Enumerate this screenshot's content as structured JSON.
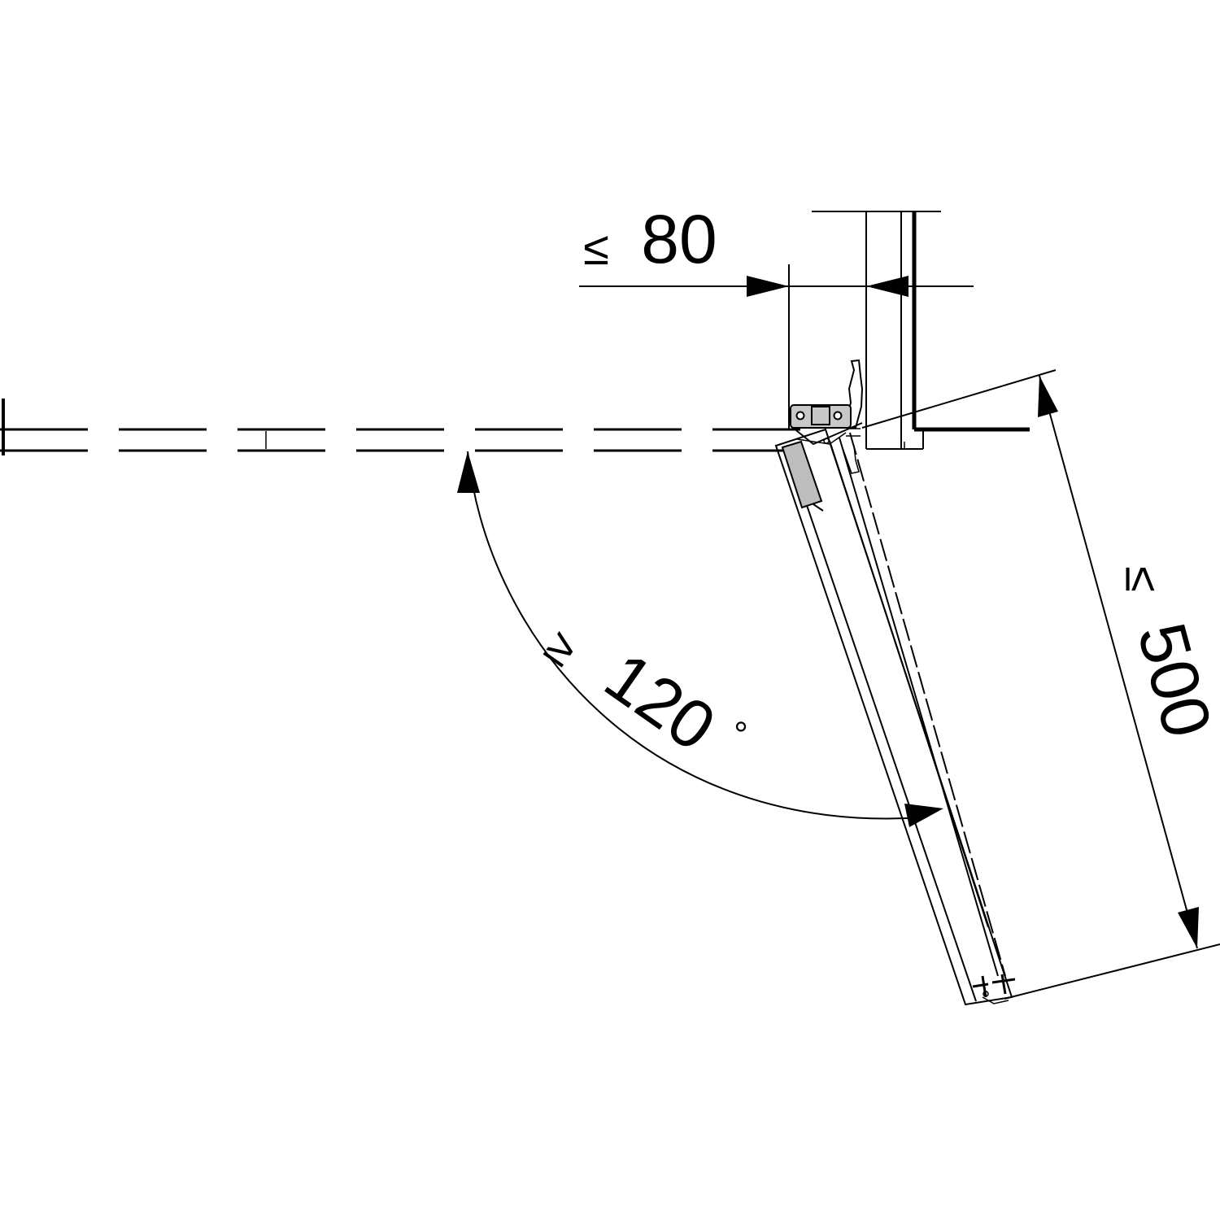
{
  "dimensions": {
    "max_depth": {
      "symbol": "≤",
      "value": "80"
    },
    "opening_angle": {
      "symbol": "≥",
      "value": "120",
      "unit": "°"
    },
    "max_door_width": {
      "symbol": "≤",
      "value": "500"
    }
  },
  "colors": {
    "line": "#000000",
    "background": "#ffffff",
    "hinge_fill": "#c8c8c8",
    "hinge_plate_fill": "#bdbdbd"
  }
}
